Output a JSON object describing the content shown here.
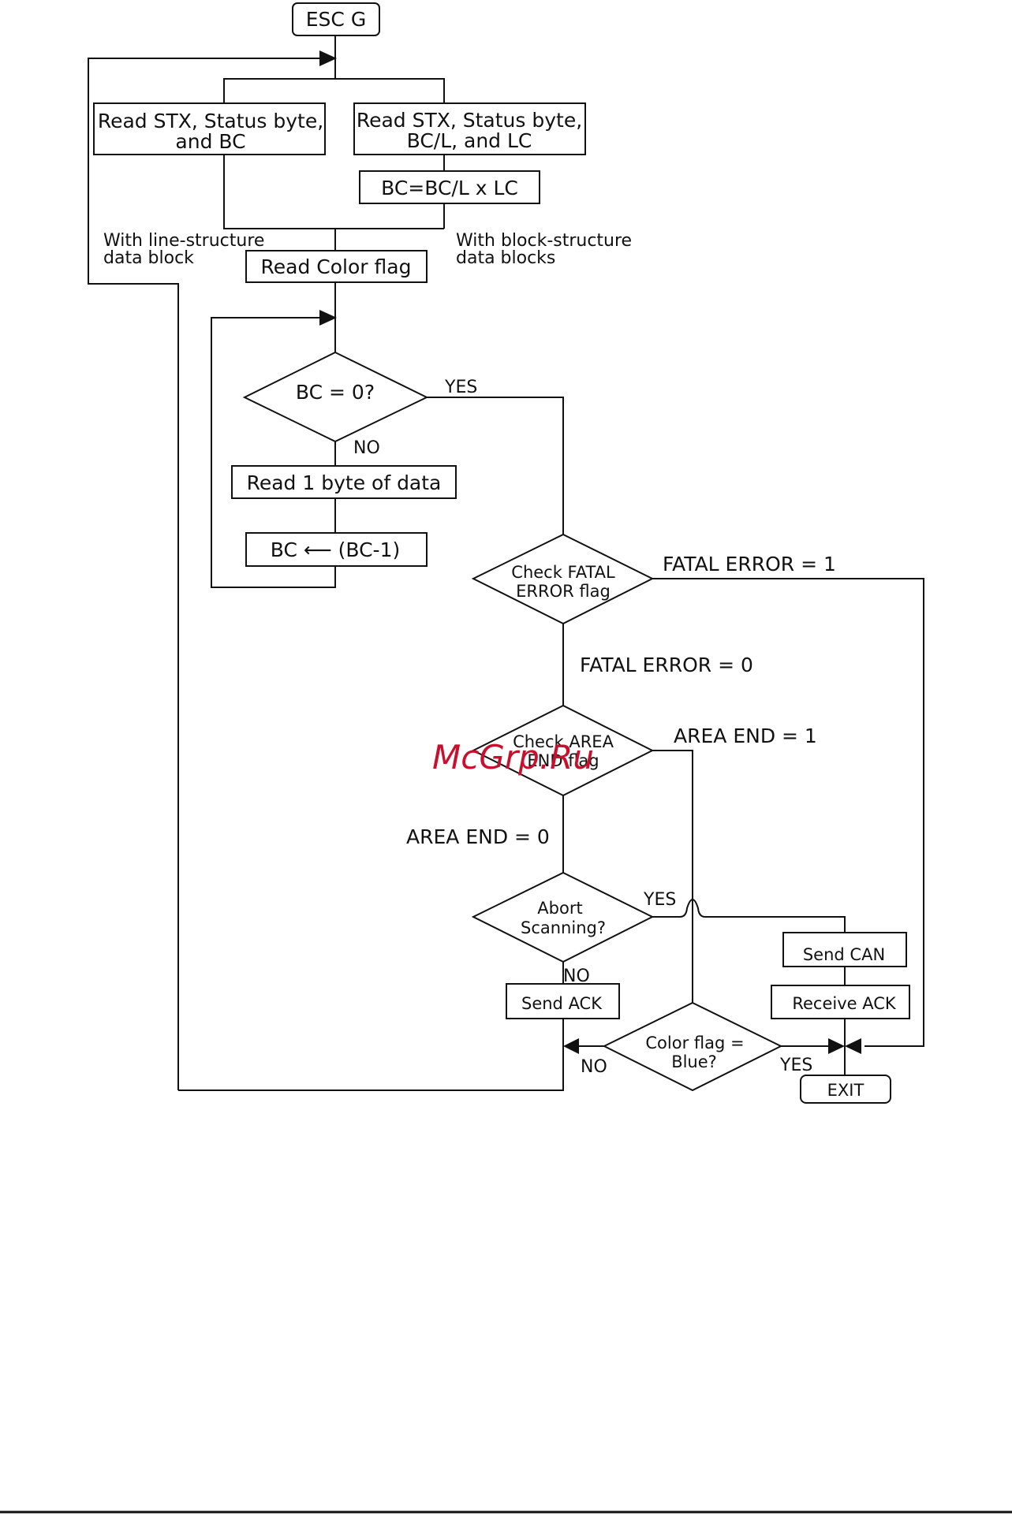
{
  "nodes": {
    "esc_g": "ESC G",
    "read_line_1": "Read STX, Status byte,",
    "read_line_2": "and BC",
    "read_block_1": "Read STX, Status byte,",
    "read_block_2": "BC/L, and LC",
    "bc_calc": "BC=BC/L x LC",
    "read_color": "Read Color flag",
    "bc_zero": "BC = 0?",
    "read_byte": "Read 1 byte of data",
    "bc_dec": "BC ⟵ (BC-1)",
    "check_fatal_1": "Check FATAL",
    "check_fatal_2": "ERROR flag",
    "check_area_1": "Check AREA",
    "check_area_2": "END flag",
    "abort_1": "Abort",
    "abort_2": "Scanning?",
    "send_ack": "Send ACK",
    "send_can": "Send CAN",
    "receive_ack": "Receive ACK",
    "color_blue_1": "Color flag =",
    "color_blue_2": "Blue?",
    "exit": "EXIT"
  },
  "labels": {
    "line_structure_1": "With line-structure",
    "line_structure_2": "data block",
    "block_structure_1": "With block-structure",
    "block_structure_2": "data blocks",
    "bc_yes": "YES",
    "bc_no": "NO",
    "fatal_one": "FATAL ERROR = 1",
    "fatal_zero": "FATAL ERROR = 0",
    "area_one": "AREA END = 1",
    "area_zero": "AREA END = 0",
    "abort_yes": "YES",
    "abort_no": "NO",
    "color_no": "NO",
    "color_yes": "YES"
  },
  "watermark": "McGrp.Ru",
  "colors": {
    "line": "#111111",
    "watermark": "#c8102e"
  }
}
